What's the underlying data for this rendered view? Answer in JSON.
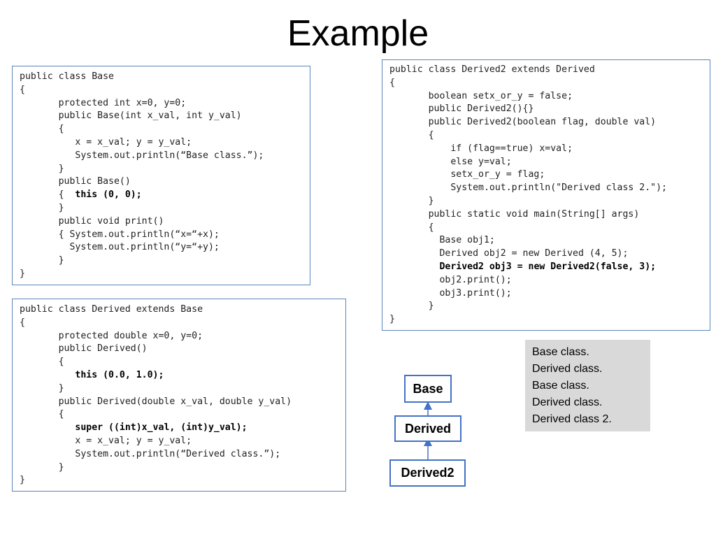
{
  "slide": {
    "title": "Example"
  },
  "base_code": [
    [
      {
        "t": "public class Base"
      }
    ],
    [
      {
        "t": "{"
      }
    ],
    [
      {
        "t": "       protected int x=0, y=0;"
      }
    ],
    [
      {
        "t": "       public Base(int x_val, int y_val)"
      }
    ],
    [
      {
        "t": "       {"
      }
    ],
    [
      {
        "t": "          x = x_val; y = y_val;"
      }
    ],
    [
      {
        "t": "          System.out.println(“Base class.”);"
      }
    ],
    [
      {
        "t": "       }"
      }
    ],
    [
      {
        "t": "       public Base()"
      }
    ],
    [
      {
        "t": "       {  "
      },
      {
        "t": "this (0, 0);",
        "b": true
      }
    ],
    [
      {
        "t": "       }"
      }
    ],
    [
      {
        "t": "       public void print()"
      }
    ],
    [
      {
        "t": "       { System.out.println(“x=“+x);"
      }
    ],
    [
      {
        "t": "         System.out.println(“y=“+y);"
      }
    ],
    [
      {
        "t": "       }"
      }
    ],
    [
      {
        "t": "}"
      }
    ]
  ],
  "derived_code": [
    [
      {
        "t": "public class Derived extends Base"
      }
    ],
    [
      {
        "t": "{"
      }
    ],
    [
      {
        "t": "       protected double x=0, y=0;"
      }
    ],
    [
      {
        "t": "       public Derived()"
      }
    ],
    [
      {
        "t": "       {"
      }
    ],
    [
      {
        "t": "          "
      },
      {
        "t": "this (0.0, 1.0);",
        "b": true
      }
    ],
    [
      {
        "t": "       }"
      }
    ],
    [
      {
        "t": "       public Derived(double x_val, double y_val)"
      }
    ],
    [
      {
        "t": "       {"
      }
    ],
    [
      {
        "t": "          "
      },
      {
        "t": "super ((int)x_val, (int)y_val);",
        "b": true
      }
    ],
    [
      {
        "t": "          x = x_val; y = y_val;"
      }
    ],
    [
      {
        "t": "          System.out.println(“Derived class.”);"
      }
    ],
    [
      {
        "t": "       }"
      }
    ],
    [
      {
        "t": "}"
      }
    ]
  ],
  "derived2_code": [
    [
      {
        "t": "public class Derived2 extends Derived"
      }
    ],
    [
      {
        "t": "{"
      }
    ],
    [
      {
        "t": "       boolean setx_or_y = false;"
      }
    ],
    [
      {
        "t": "       public Derived2(){}"
      }
    ],
    [
      {
        "t": "       public Derived2(boolean flag, double val)"
      }
    ],
    [
      {
        "t": "       {"
      }
    ],
    [
      {
        "t": "           if (flag==true) x=val;"
      }
    ],
    [
      {
        "t": "           else y=val;"
      }
    ],
    [
      {
        "t": "           setx_or_y = flag;"
      }
    ],
    [
      {
        "t": "           System.out.println(\"Derived class 2.\");"
      }
    ],
    [
      {
        "t": "       }"
      }
    ],
    [
      {
        "t": "       public static void main(String[] args)"
      }
    ],
    [
      {
        "t": "       {"
      }
    ],
    [
      {
        "t": "         Base obj1;"
      }
    ],
    [
      {
        "t": "         Derived obj2 = new Derived (4, 5);"
      }
    ],
    [
      {
        "t": "         "
      },
      {
        "t": "Derived2 obj3 = new Derived2(false, 3);",
        "b": true
      }
    ],
    [
      {
        "t": "         obj2.print();"
      }
    ],
    [
      {
        "t": "         obj3.print();"
      }
    ],
    [
      {
        "t": "       }"
      }
    ],
    [
      {
        "t": "}"
      }
    ]
  ],
  "output": {
    "lines": [
      "Base class.",
      "Derived class.",
      "Base class.",
      "Derived class.",
      "Derived class 2."
    ]
  },
  "hierarchy": {
    "base": "Base",
    "derived": "Derived",
    "derived2": "Derived2",
    "arrow_color": "#4472c4"
  }
}
